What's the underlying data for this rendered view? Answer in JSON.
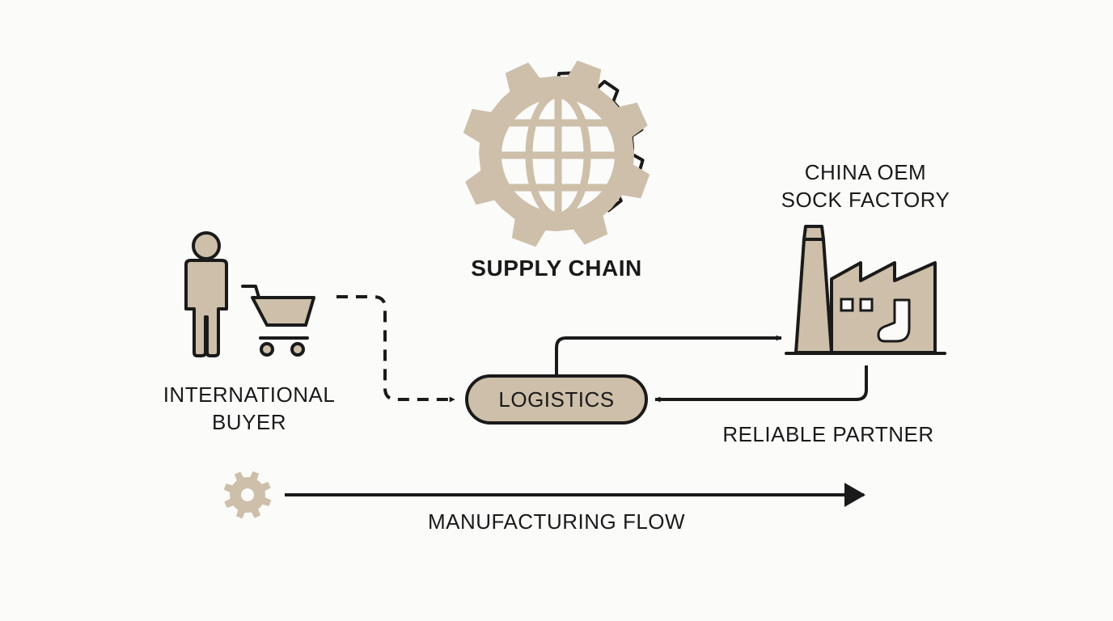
{
  "colors": {
    "accent": "#cdbfa9",
    "ink": "#1a1a1a",
    "background": "#fbfbfa"
  },
  "supply_chain": {
    "label": "SUPPLY CHAIN",
    "icons": [
      "globe-icon",
      "gear-icon",
      "gear-outline-icon"
    ]
  },
  "buyer": {
    "label_line1": "INTERNATIONAL",
    "label_line2": "BUYER",
    "icons": [
      "person-icon",
      "shopping-cart-icon"
    ]
  },
  "logistics": {
    "label": "LOGISTICS"
  },
  "factory": {
    "label_line1": "CHINA OEM",
    "label_line2": "SOCK FACTORY",
    "icons": [
      "factory-icon",
      "sock-icon"
    ]
  },
  "partner": {
    "label": "RELIABLE PARTNER"
  },
  "flow": {
    "label": "MANUFACTURING FLOW",
    "icons": [
      "small-gear-icon",
      "arrow-right-icon"
    ]
  }
}
